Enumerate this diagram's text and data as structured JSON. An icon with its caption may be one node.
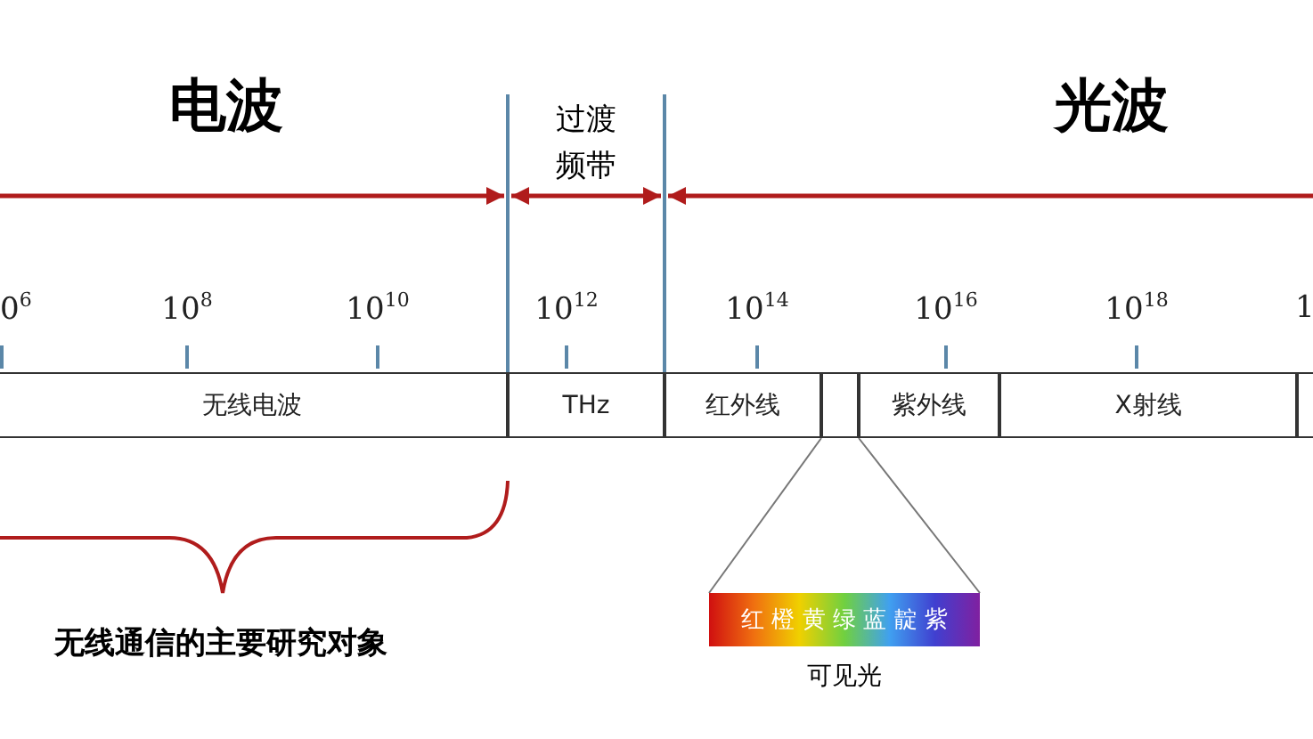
{
  "diagram": {
    "nodes": [
      {
        "text": [
          "无线电波"
        ]
      },
      {
        "text": [
          "THz"
        ]
      },
      {
        "text": [
          "红外线"
        ]
      },
      {
        "text": [],
        "shape": "box"
      },
      {
        "text": [
          "紫外线"
        ]
      },
      {
        "text": [
          "X射线"
        ]
      },
      {
        "text": [],
        "shape": "box"
      },
      {
        "text": [
          "红 橙 黄 绿 蓝 靛 紫"
        ],
        "beside": [
          "可见光"
        ]
      }
    ],
    "edges": [
      {
        "from": 3,
        "to": 7,
        "arrow": "none"
      },
      {
        "from": 3,
        "to": 7,
        "arrow": "none"
      }
    ],
    "labels": [
      "电波",
      "过渡频带",
      "光波",
      "0$^{6}$",
      "10$^{8}$",
      "10$^{10}$",
      "10$^{12}$",
      "10$^{14}$",
      "10$^{16}$",
      "10$^{18}$",
      "1",
      "无线通信的主要研究对象"
    ]
  }
}
